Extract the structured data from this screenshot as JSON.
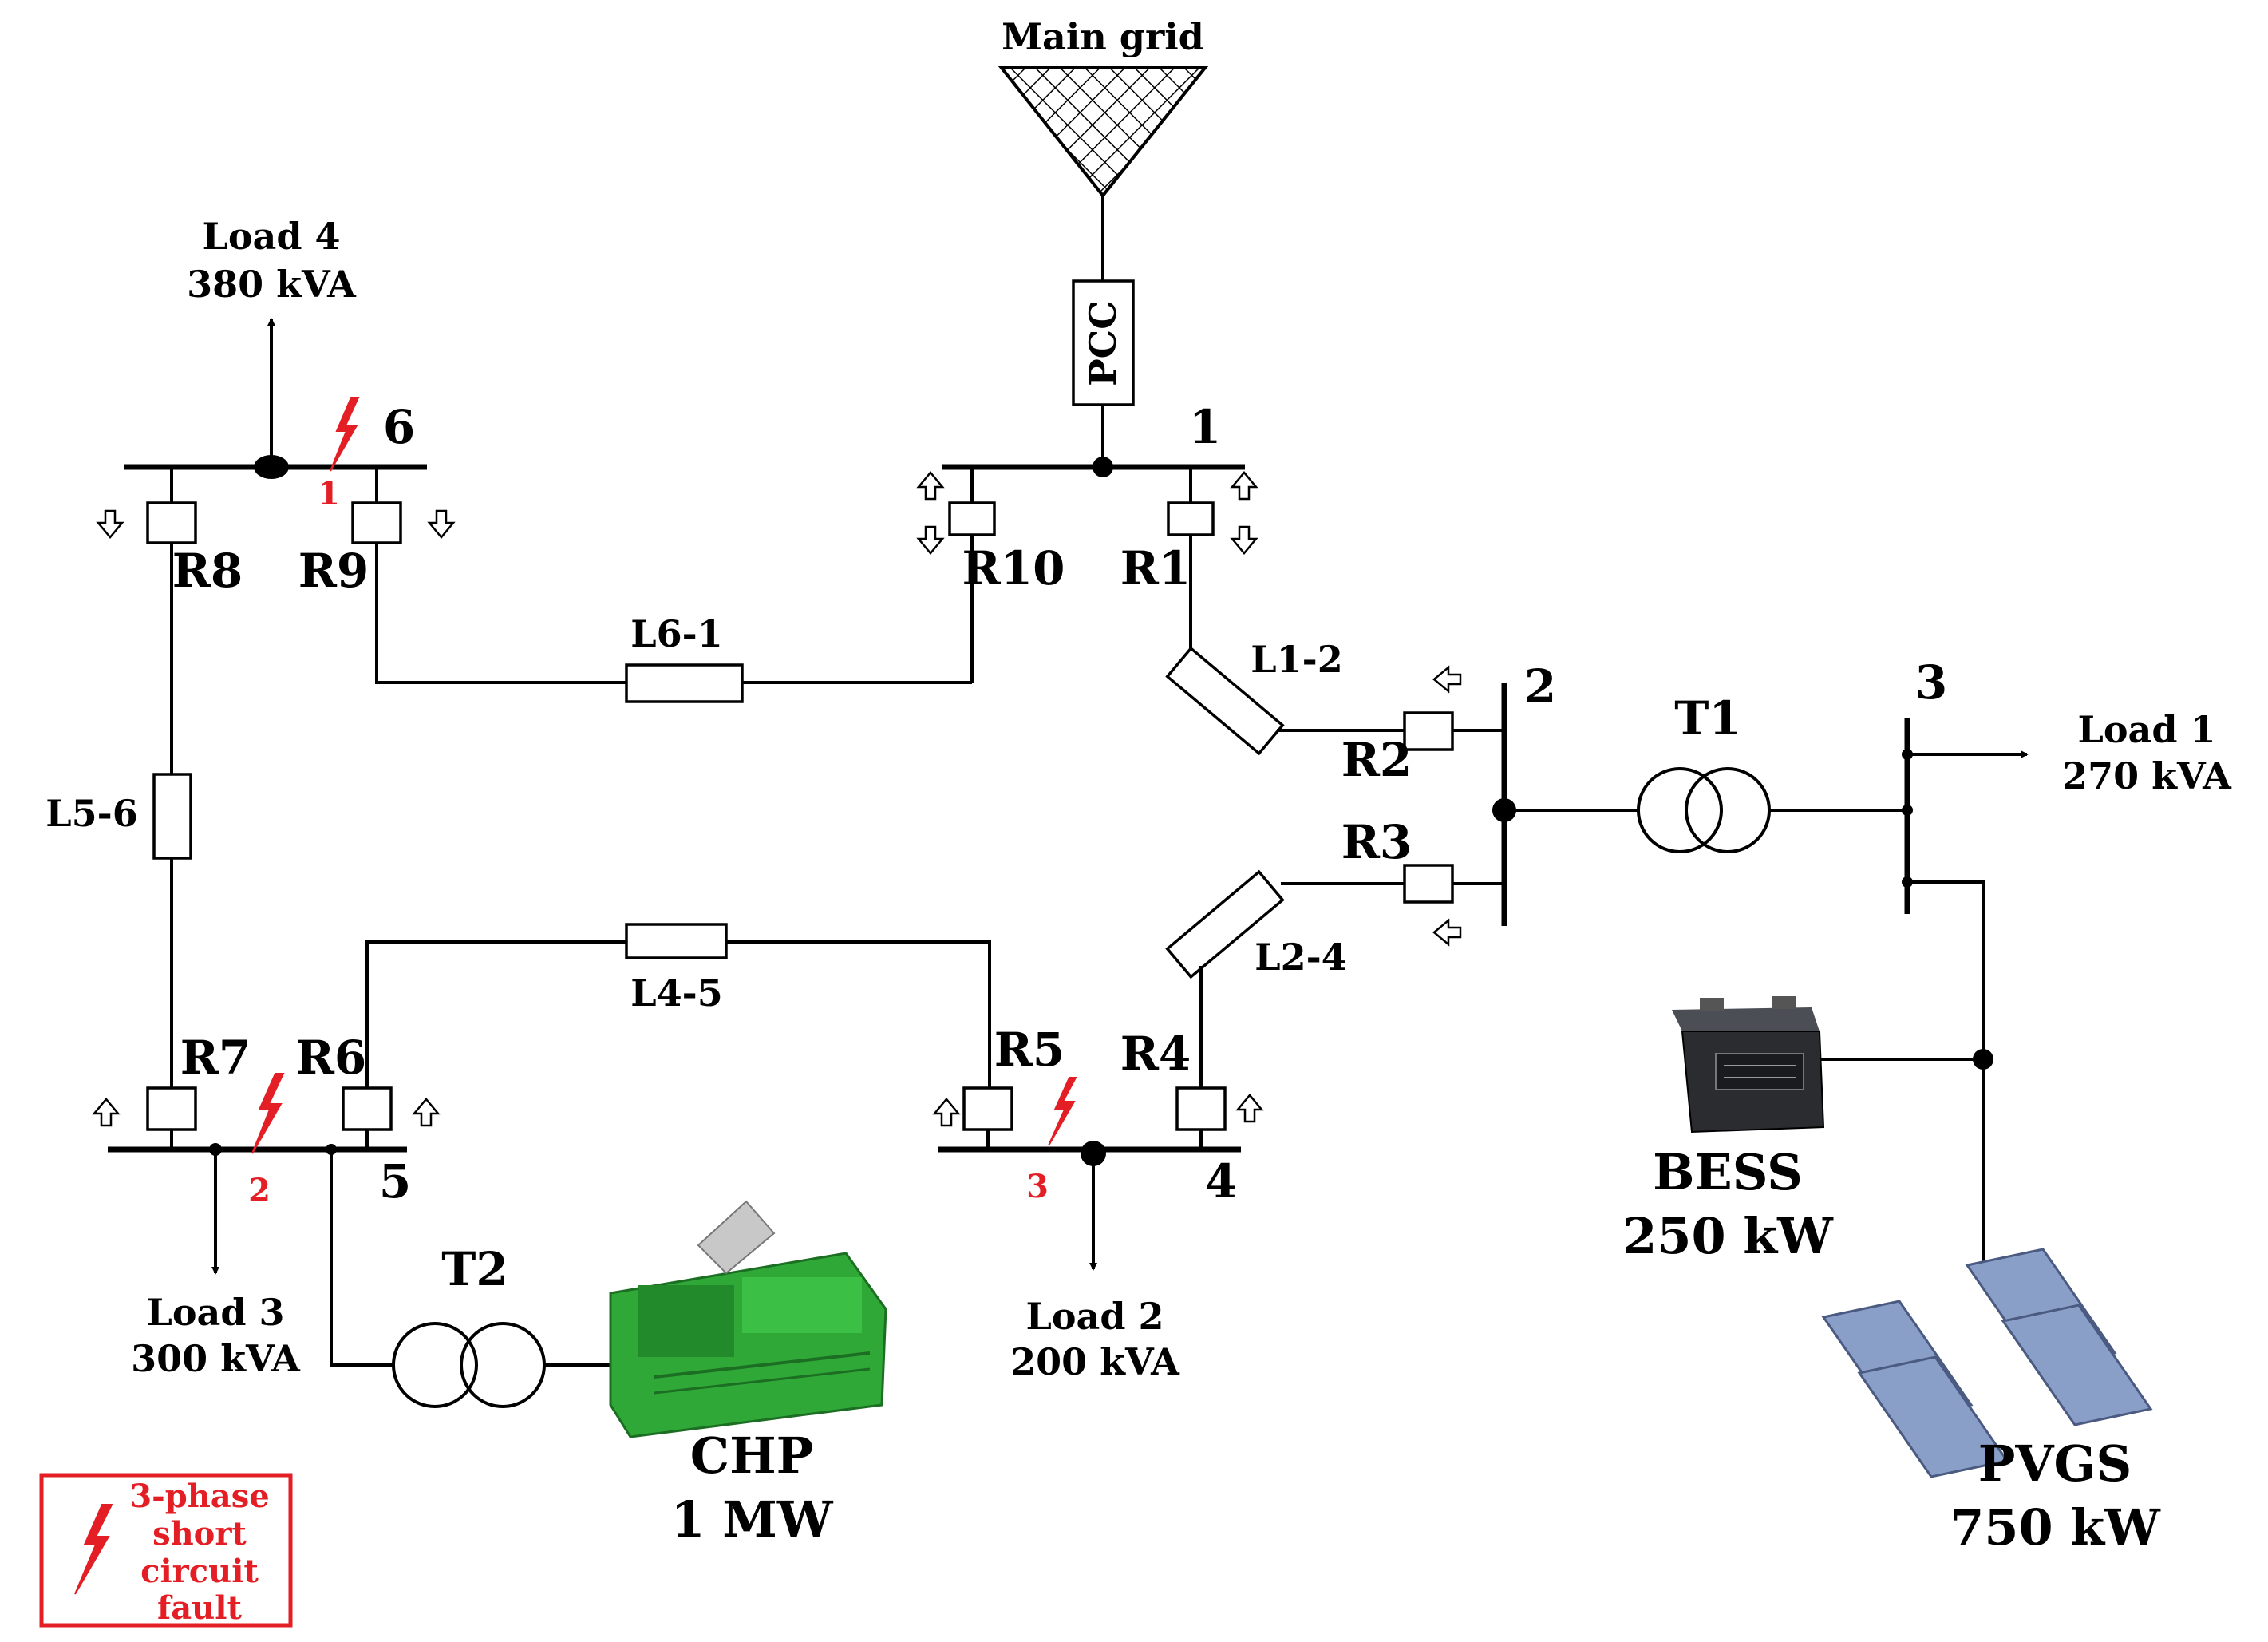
{
  "grid": {
    "label": "Main grid",
    "pcc": "PCC"
  },
  "buses": {
    "b1": "1",
    "b2": "2",
    "b3": "3",
    "b4": "4",
    "b5": "5",
    "b6": "6"
  },
  "relays": {
    "r1": "R1",
    "r2": "R2",
    "r3": "R3",
    "r4": "R4",
    "r5": "R5",
    "r6": "R6",
    "r7": "R7",
    "r8": "R8",
    "r9": "R9",
    "r10": "R10"
  },
  "lines": {
    "l12": "L1-2",
    "l24": "L2-4",
    "l45": "L4-5",
    "l56": "L5-6",
    "l61": "L6-1"
  },
  "transformers": {
    "t1": "T1",
    "t2": "T2"
  },
  "loads": {
    "load1": {
      "name": "Load 1",
      "rating": "270 kVA"
    },
    "load2": {
      "name": "Load 2",
      "rating": "200 kVA"
    },
    "load3": {
      "name": "Load 3",
      "rating": "300 kVA"
    },
    "load4": {
      "name": "Load 4",
      "rating": "380 kVA"
    }
  },
  "sources": {
    "bess": {
      "name": "BESS",
      "rating": "250 kW"
    },
    "pvgs": {
      "name": "PVGS",
      "rating": "750 kW"
    },
    "chp": {
      "name": "CHP",
      "rating": "1 MW"
    }
  },
  "faults": {
    "f1": "1",
    "f2": "2",
    "f3": "3"
  },
  "legend": {
    "line1": "3-phase",
    "line2": "short",
    "line3": "circuit",
    "line4": "fault"
  },
  "colors": {
    "fault": "#e31e24",
    "chp": "#2fa838",
    "bess": "#3a3d42",
    "pv": "#8a9fc8"
  }
}
